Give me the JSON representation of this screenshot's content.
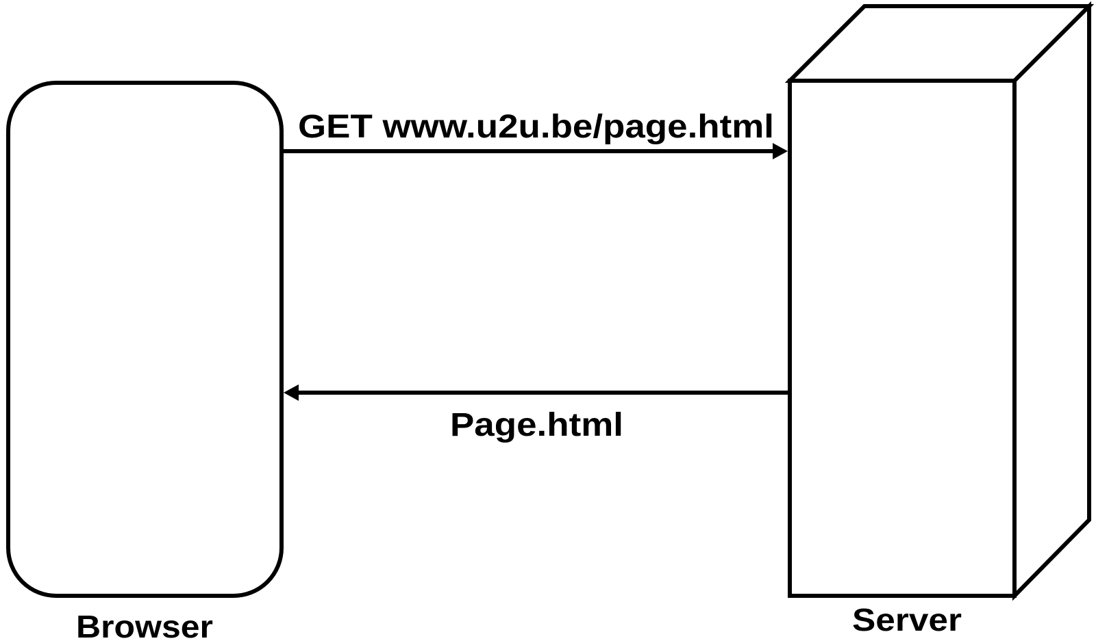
{
  "diagram": {
    "type": "client-server request/response",
    "colors": {
      "stroke": "#000000",
      "background": "#ffffff",
      "text": "#000000"
    },
    "nodes": {
      "browser": {
        "label": "Browser",
        "shape": "rounded-rectangle"
      },
      "server": {
        "label": "Server",
        "shape": "3d-box"
      }
    },
    "edges": {
      "request": {
        "label": "GET www.u2u.be/page.html",
        "from": "Browser",
        "to": "Server",
        "direction": "right"
      },
      "response": {
        "label": "Page.html",
        "from": "Server",
        "to": "Browser",
        "direction": "left"
      }
    }
  }
}
